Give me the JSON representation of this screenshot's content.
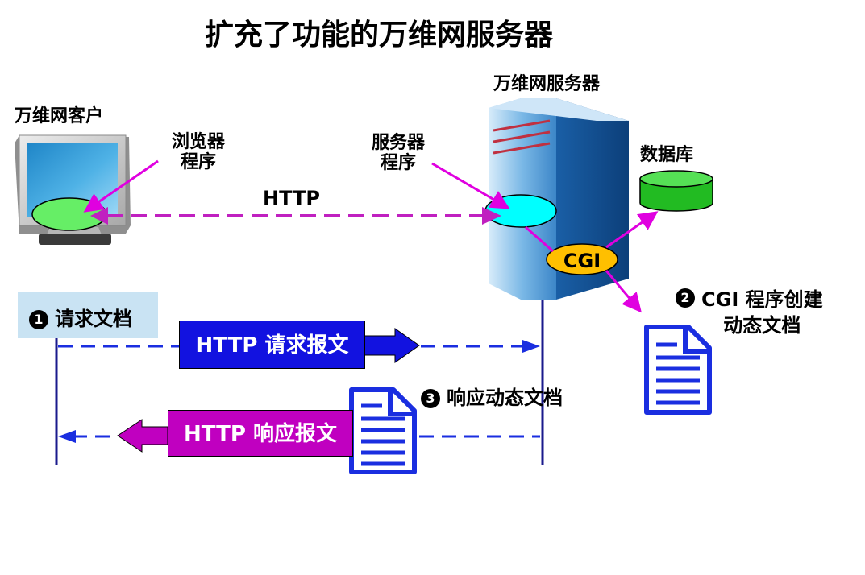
{
  "title": "扩充了功能的万维网服务器",
  "client": {
    "label": "万维网客户",
    "program_label": "浏览器\n程序"
  },
  "server": {
    "label": "万维网服务器",
    "program_label": "服务器\n程序"
  },
  "database": {
    "label": "数据库"
  },
  "cgi": {
    "label": "CGI"
  },
  "protocol": {
    "label": "HTTP"
  },
  "steps": [
    {
      "number": "1",
      "text": "请求文档"
    },
    {
      "number": "2",
      "text": "CGI 程序创建\n动态文档"
    },
    {
      "number": "3",
      "text": "响应动态文档"
    }
  ],
  "messages": {
    "request": "HTTP 请求报文",
    "response": "HTTP 响应报文"
  },
  "colors": {
    "pointer_magenta": "#e000e0",
    "http_dashed_line": "#c020c0",
    "sequence_dashed": "#1a2ee0",
    "request_box": "#1212e0",
    "response_box": "#c000c0",
    "browser_ellipse": "#66ee66",
    "server_ellipse": "#00ffff",
    "cgi_ellipse": "#ffbf00",
    "database": "#22bb22",
    "document_icon": "#1a2ee0",
    "step_box": "#c9e3f3"
  }
}
